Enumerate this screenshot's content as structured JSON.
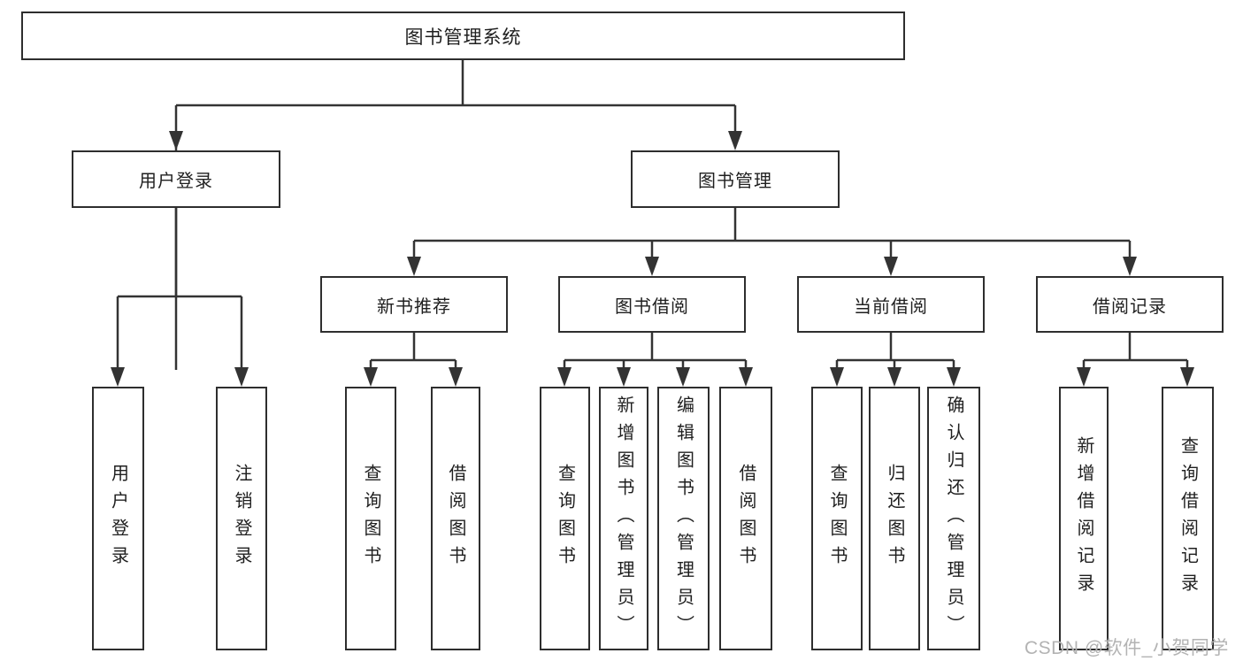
{
  "diagram": {
    "title": "图书管理系统",
    "watermark": "CSDN @软件_小贺同学",
    "colors": {
      "line": "#333333",
      "box_border": "#2e2e2e",
      "text": "#1f1f1f",
      "watermark": "#b3b3b3",
      "background": "#ffffff"
    }
  },
  "nodes": {
    "root": {
      "label": "图书管理系统"
    },
    "level2": [
      {
        "label": "用户登录"
      },
      {
        "label": "图书管理"
      }
    ],
    "level3": [
      {
        "label": "新书推荐"
      },
      {
        "label": "图书借阅"
      },
      {
        "label": "当前借阅"
      },
      {
        "label": "借阅记录"
      }
    ],
    "leaves": [
      {
        "label": "用户登录"
      },
      {
        "label": "注销登录"
      },
      {
        "label": "查询图书"
      },
      {
        "label": "借阅图书"
      },
      {
        "label": "查询图书"
      },
      {
        "label": "新增图书（管理员）"
      },
      {
        "label": "编辑图书（管理员）"
      },
      {
        "label": "借阅图书"
      },
      {
        "label": "查询图书"
      },
      {
        "label": "归还图书"
      },
      {
        "label": "确认归还（管理员）"
      },
      {
        "label": "新增借阅记录"
      },
      {
        "label": "查询借阅记录"
      }
    ]
  }
}
